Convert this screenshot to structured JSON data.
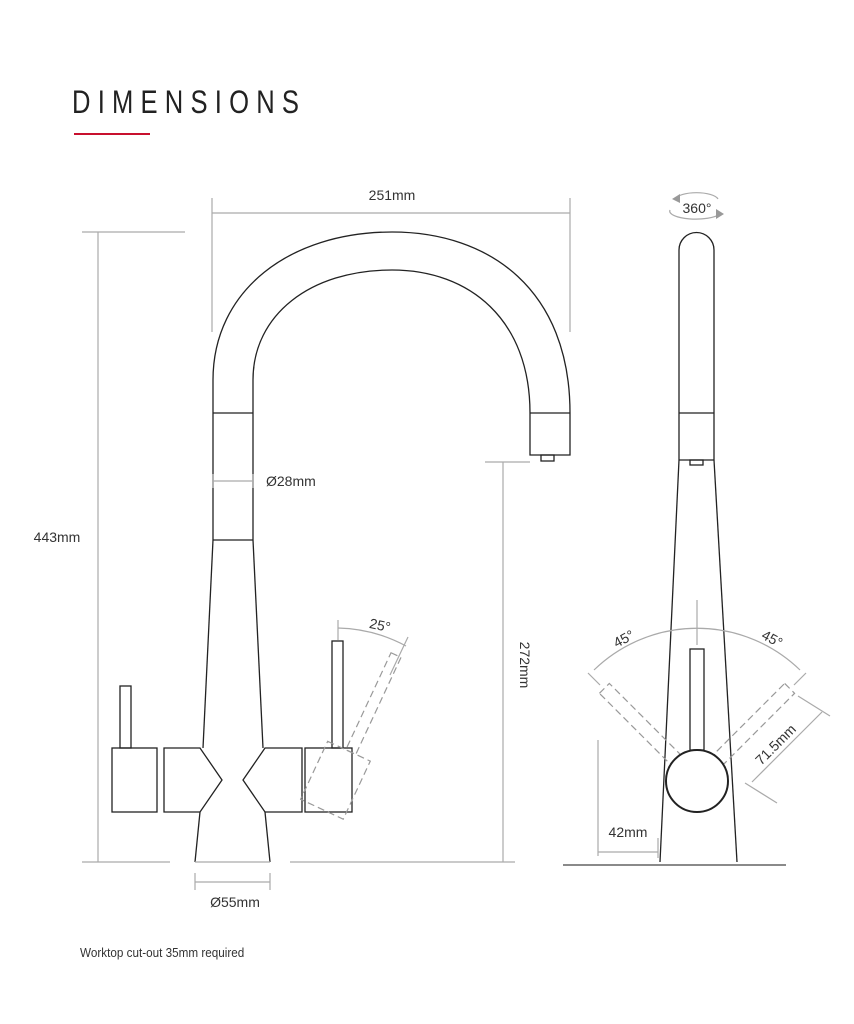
{
  "title": "DIMENSIONS",
  "accent_color": "#c8102e",
  "dimensions": {
    "width": "251mm",
    "height": "443mm",
    "spout_diameter": "Ø28mm",
    "spout_height": "272mm",
    "base_diameter": "Ø55mm",
    "lever_tilt": "25°",
    "rotation": "360°",
    "lever_left_angle": "45°",
    "lever_right_angle": "45°",
    "lever_length": "71.5mm",
    "lever_offset": "42mm"
  },
  "note": "Worktop cut-out 35mm required"
}
